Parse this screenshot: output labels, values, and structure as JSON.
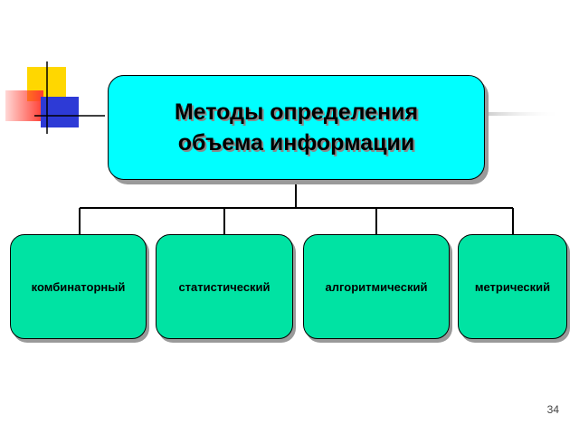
{
  "diagram": {
    "root": {
      "lines": [
        "Методы определения",
        "объема информации"
      ]
    },
    "children": [
      {
        "label": "комбинаторный"
      },
      {
        "label": "статистический"
      },
      {
        "label": "алгоритмический"
      },
      {
        "label": "метрический"
      }
    ]
  },
  "footer": {
    "page_number": "34"
  },
  "colors": {
    "root_fill": "#00ffff",
    "child_fill": "#00e3a3",
    "deco_yellow": "#ffd700",
    "deco_red": "#ff3b30",
    "deco_blue": "#2d3ad6"
  }
}
